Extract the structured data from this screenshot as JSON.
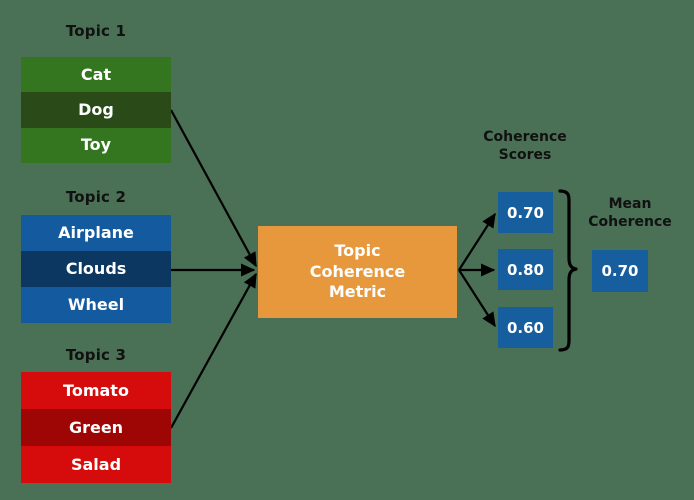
{
  "background_color": "#4a7055",
  "topics": [
    {
      "label": "Topic 1",
      "color": "#33761f",
      "highlight_color": "#2a4a17",
      "words": [
        {
          "text": "Cat",
          "highlighted": false
        },
        {
          "text": "Dog",
          "highlighted": true
        },
        {
          "text": "Toy",
          "highlighted": false
        }
      ]
    },
    {
      "label": "Topic 2",
      "color": "#145a9e",
      "highlight_color": "#0c3761",
      "words": [
        {
          "text": "Airplane",
          "highlighted": false
        },
        {
          "text": "Clouds",
          "highlighted": true
        },
        {
          "text": "Wheel",
          "highlighted": false
        }
      ]
    },
    {
      "label": "Topic 3",
      "color": "#d60b0b",
      "highlight_color": "#9e0505",
      "words": [
        {
          "text": "Tomato",
          "highlighted": false
        },
        {
          "text": "Green",
          "highlighted": true
        },
        {
          "text": "Salad",
          "highlighted": false
        }
      ]
    }
  ],
  "metric": {
    "line1": "Topic",
    "line2": "Coherence",
    "line3": "Metric",
    "color": "#e8983c"
  },
  "scores": {
    "caption_line1": "Coherence",
    "caption_line2": "Scores",
    "color": "#175e9e",
    "values": [
      "0.70",
      "0.80",
      "0.60"
    ]
  },
  "mean": {
    "caption_line1": "Mean",
    "caption_line2": "Coherence",
    "color": "#175e9e",
    "value": "0.70"
  },
  "arrow_color": "#000000"
}
